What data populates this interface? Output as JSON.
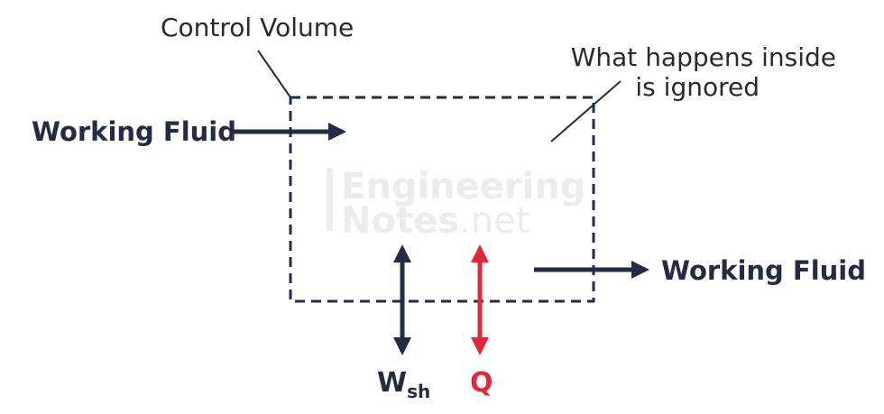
{
  "labels": {
    "control_volume": "Control Volume",
    "inside_line1": "What happens inside",
    "inside_line2": "is ignored",
    "inlet": "Working Fluid",
    "outlet": "Working Fluid",
    "work_main": "W",
    "work_sub": "sh",
    "heat": "Q"
  },
  "watermark": {
    "line1": "Engineering",
    "line2_bold": "Notes",
    "line2_light": ".net"
  },
  "colors": {
    "navy": "#262a42",
    "red": "#e0283a",
    "text_gray": "#2a2a2a",
    "watermark": "#ececec"
  }
}
